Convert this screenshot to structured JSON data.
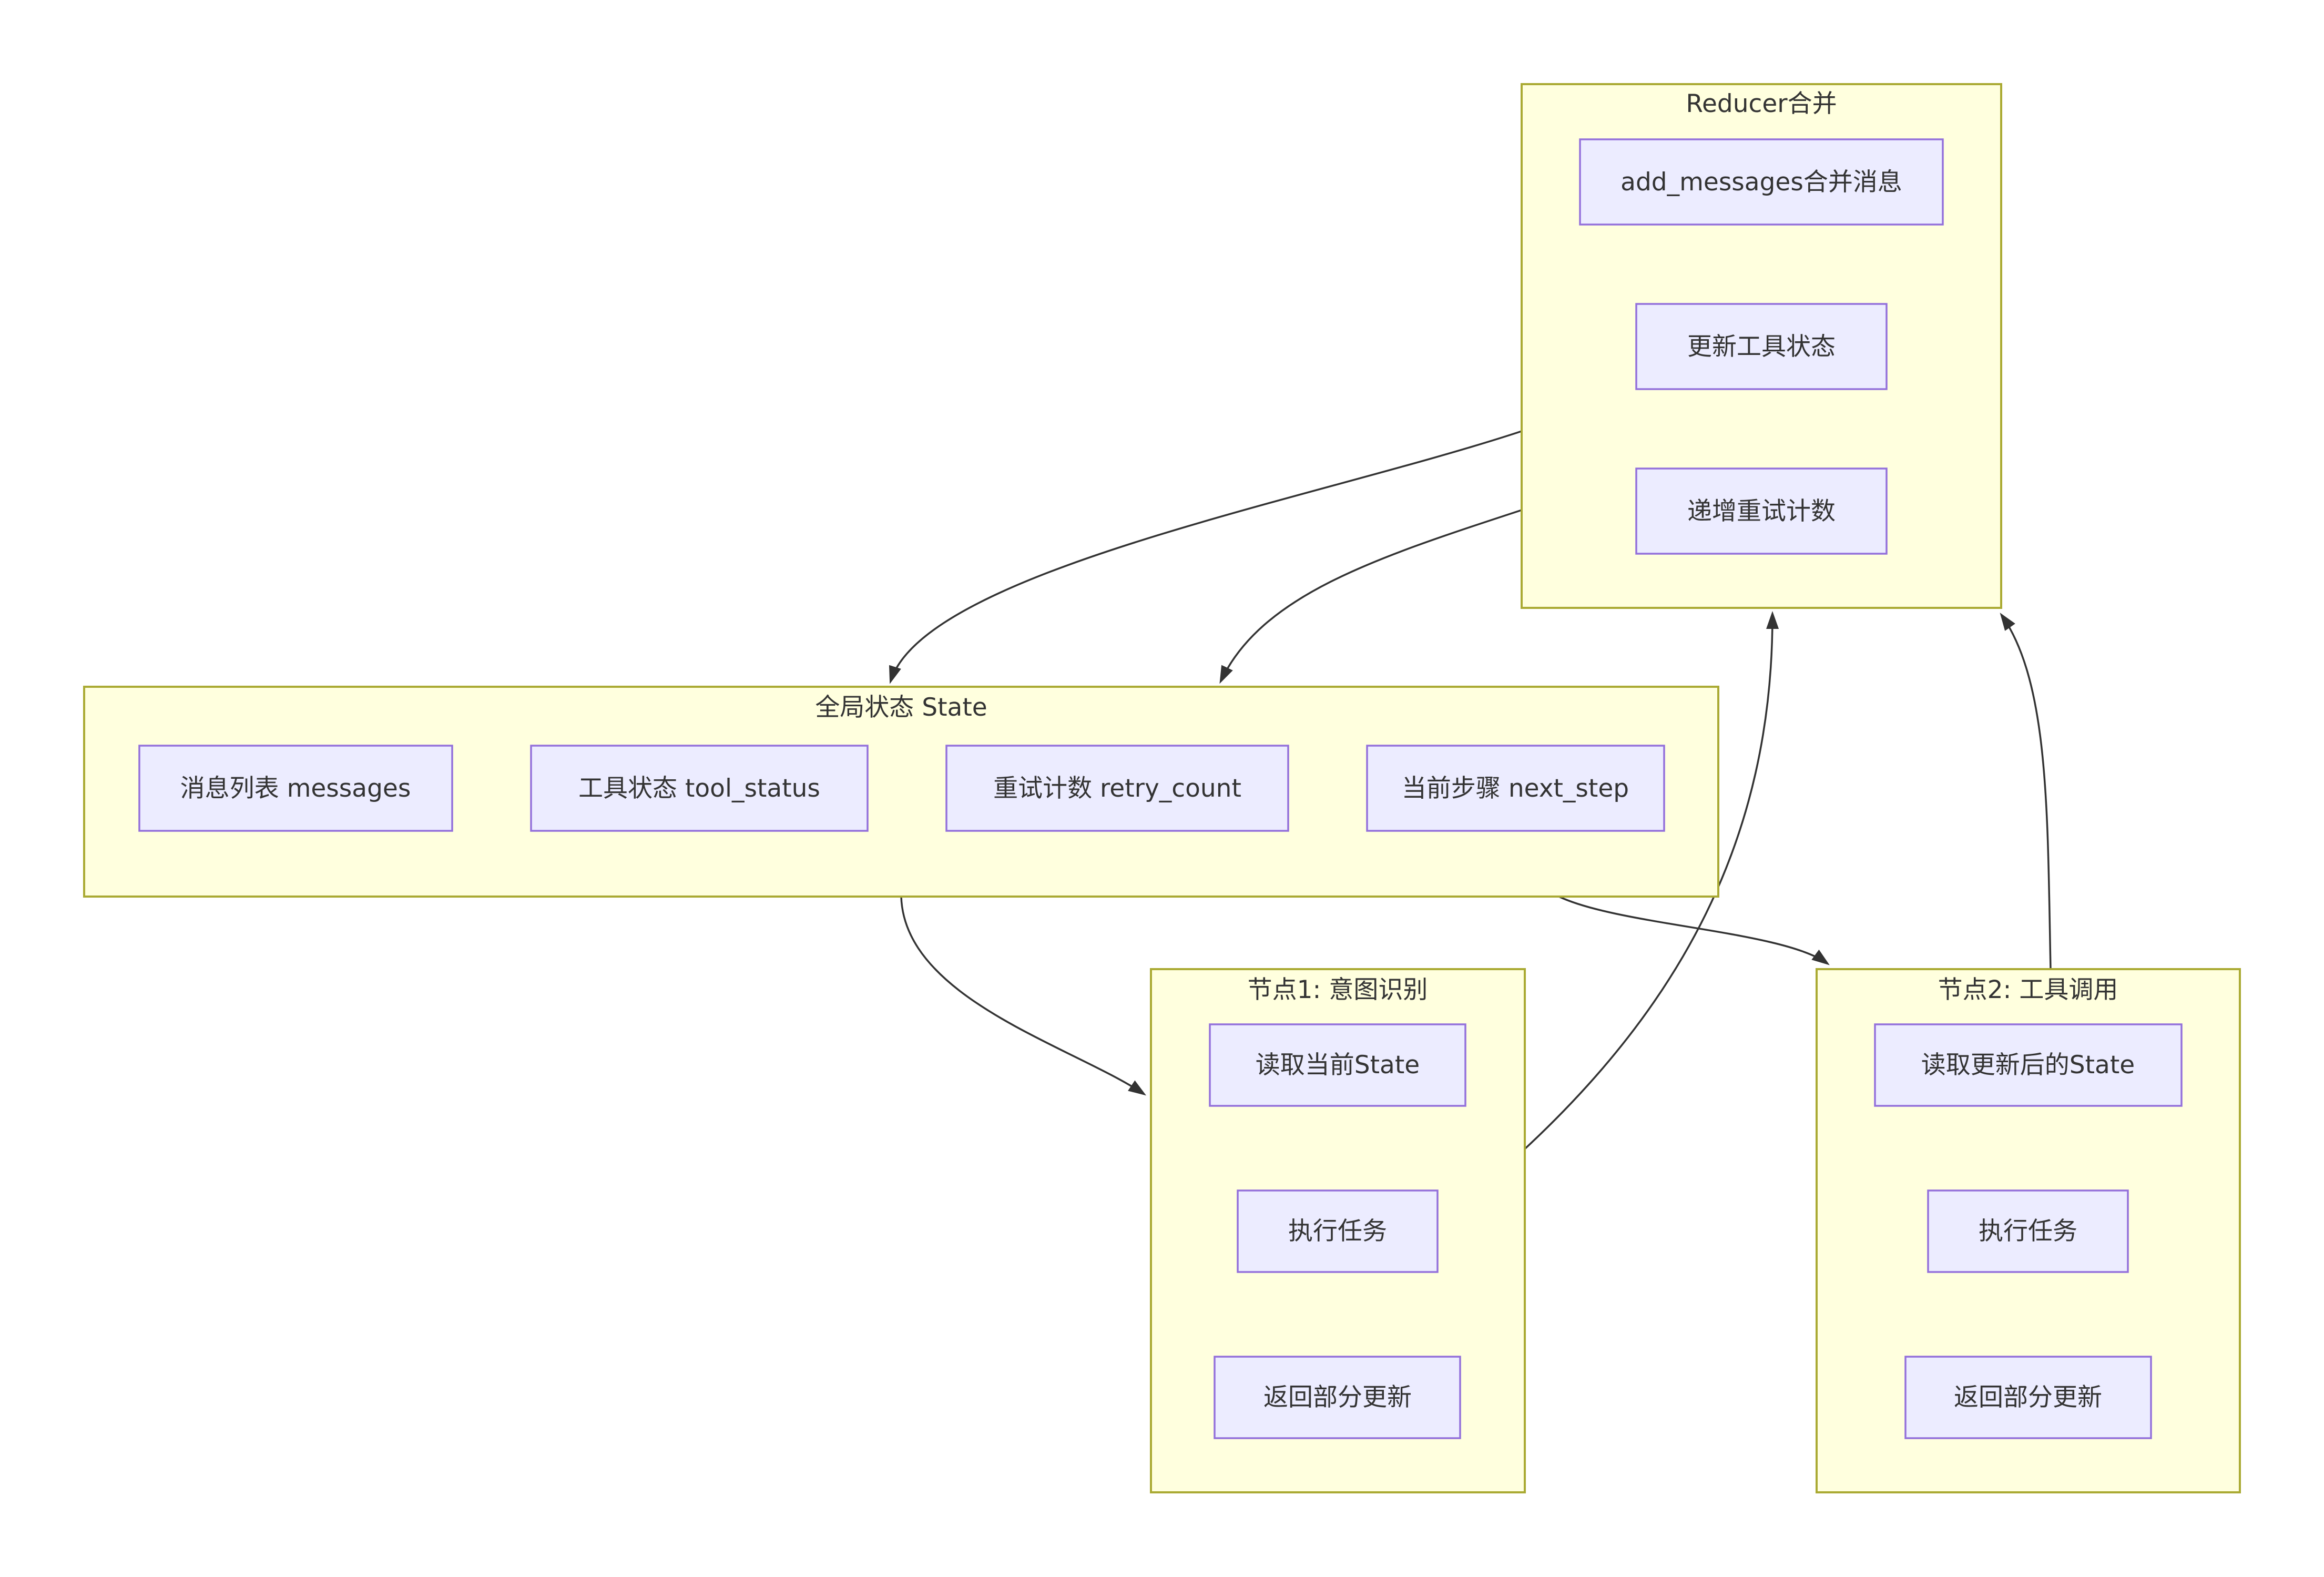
{
  "palette": {
    "background": "#ffffff",
    "cluster_fill": "#ffffde",
    "cluster_border": "#aaaa33",
    "node_fill": "#ececff",
    "node_border": "#9370db",
    "text_color": "#333333",
    "edge_color": "#333333"
  },
  "clusters": {
    "reducer": {
      "title": "Reducer合并",
      "nodes": {
        "merge_messages": "add_messages合并消息",
        "update_tool_status": "更新工具状态",
        "increment_retry": "递增重试计数"
      }
    },
    "state": {
      "title": "全局状态 State",
      "nodes": {
        "messages": "消息列表 messages",
        "tool_status": "工具状态 tool_status",
        "retry_count": "重试计数 retry_count",
        "next_step": "当前步骤 next_step"
      }
    },
    "node1": {
      "title": "节点1: 意图识别",
      "nodes": {
        "read_state": "读取当前State",
        "run_task": "执行任务",
        "return_update": "返回部分更新"
      }
    },
    "node2": {
      "title": "节点2: 工具调用",
      "nodes": {
        "read_state": "读取更新后的State",
        "run_task": "执行任务",
        "return_update": "返回部分更新"
      }
    }
  },
  "edges": [
    {
      "from": "reducer",
      "to": "state"
    },
    {
      "from": "reducer",
      "to": "state"
    },
    {
      "from": "state",
      "to": "node1"
    },
    {
      "from": "state",
      "to": "node2"
    },
    {
      "from": "node1",
      "to": "reducer"
    },
    {
      "from": "node2",
      "to": "reducer"
    }
  ]
}
